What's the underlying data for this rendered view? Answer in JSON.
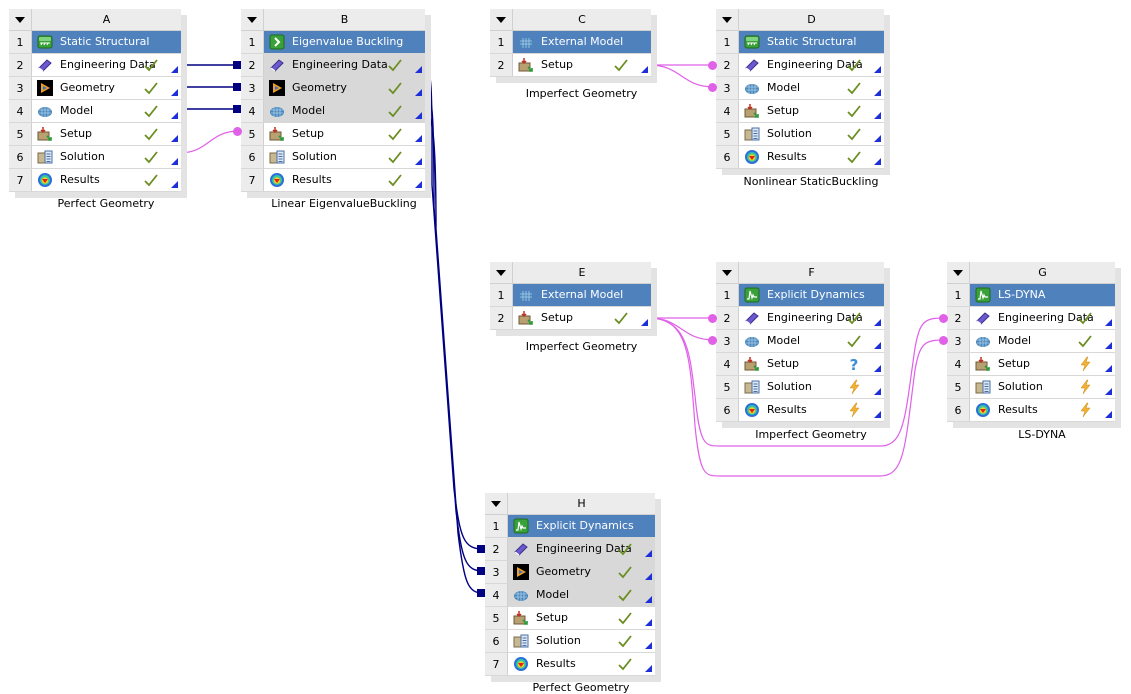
{
  "colors": {
    "title_bar": "#4f81bd",
    "shared_link": "#000080",
    "transfer_link": "#e060e8",
    "check": "#6b8e23",
    "corner": "#1f2fd8"
  },
  "systems": [
    {
      "id": "A",
      "caption": "Perfect Geometry",
      "rows": [
        {
          "n": "1",
          "label": "Static Structural",
          "icon": "static-structural-icon",
          "status": "",
          "title": true
        },
        {
          "n": "2",
          "label": "Engineering Data",
          "icon": "engineering-data-icon",
          "status": "check"
        },
        {
          "n": "3",
          "label": "Geometry",
          "icon": "geometry-icon",
          "status": "check"
        },
        {
          "n": "4",
          "label": "Model",
          "icon": "model-icon",
          "status": "check"
        },
        {
          "n": "5",
          "label": "Setup",
          "icon": "setup-icon",
          "status": "check"
        },
        {
          "n": "6",
          "label": "Solution",
          "icon": "solution-icon",
          "status": "check"
        },
        {
          "n": "7",
          "label": "Results",
          "icon": "results-icon",
          "status": "check"
        }
      ]
    },
    {
      "id": "B",
      "caption": "Linear EigenvalueBuckling",
      "rows": [
        {
          "n": "1",
          "label": "Eigenvalue Buckling",
          "icon": "eigenvalue-buckling-icon",
          "status": "",
          "title": true
        },
        {
          "n": "2",
          "label": "Engineering Data",
          "icon": "engineering-data-icon",
          "status": "check",
          "shared": true
        },
        {
          "n": "3",
          "label": "Geometry",
          "icon": "geometry-icon",
          "status": "check",
          "shared": true
        },
        {
          "n": "4",
          "label": "Model",
          "icon": "model-icon",
          "status": "check",
          "shared": true
        },
        {
          "n": "5",
          "label": "Setup",
          "icon": "setup-icon",
          "status": "check"
        },
        {
          "n": "6",
          "label": "Solution",
          "icon": "solution-icon",
          "status": "check"
        },
        {
          "n": "7",
          "label": "Results",
          "icon": "results-icon",
          "status": "check"
        }
      ]
    },
    {
      "id": "C",
      "caption": "Imperfect Geometry",
      "rows": [
        {
          "n": "1",
          "label": "External Model",
          "icon": "external-model-icon",
          "status": "",
          "title": true
        },
        {
          "n": "2",
          "label": "Setup",
          "icon": "setup-icon",
          "status": "check"
        }
      ]
    },
    {
      "id": "D",
      "caption": "Nonlinear StaticBuckling",
      "rows": [
        {
          "n": "1",
          "label": "Static Structural",
          "icon": "static-structural-icon",
          "status": "",
          "title": true
        },
        {
          "n": "2",
          "label": "Engineering Data",
          "icon": "engineering-data-icon",
          "status": "check"
        },
        {
          "n": "3",
          "label": "Model",
          "icon": "model-icon",
          "status": "check"
        },
        {
          "n": "4",
          "label": "Setup",
          "icon": "setup-icon",
          "status": "check"
        },
        {
          "n": "5",
          "label": "Solution",
          "icon": "solution-icon",
          "status": "check"
        },
        {
          "n": "6",
          "label": "Results",
          "icon": "results-icon",
          "status": "check"
        }
      ]
    },
    {
      "id": "E",
      "caption": "Imperfect Geometry",
      "rows": [
        {
          "n": "1",
          "label": "External Model",
          "icon": "external-model-icon",
          "status": "",
          "title": true
        },
        {
          "n": "2",
          "label": "Setup",
          "icon": "setup-icon",
          "status": "check"
        }
      ]
    },
    {
      "id": "F",
      "caption": "Imperfect Geometry",
      "rows": [
        {
          "n": "1",
          "label": "Explicit Dynamics",
          "icon": "explicit-dynamics-icon",
          "status": "",
          "title": true
        },
        {
          "n": "2",
          "label": "Engineering Data",
          "icon": "engineering-data-icon",
          "status": "check"
        },
        {
          "n": "3",
          "label": "Model",
          "icon": "model-icon",
          "status": "check"
        },
        {
          "n": "4",
          "label": "Setup",
          "icon": "setup-icon",
          "status": "question"
        },
        {
          "n": "5",
          "label": "Solution",
          "icon": "solution-icon",
          "status": "lightning"
        },
        {
          "n": "6",
          "label": "Results",
          "icon": "results-icon",
          "status": "lightning"
        }
      ]
    },
    {
      "id": "G",
      "caption": "LS-DYNA",
      "rows": [
        {
          "n": "1",
          "label": "LS-DYNA",
          "icon": "ls-dyna-icon",
          "status": "",
          "title": true
        },
        {
          "n": "2",
          "label": "Engineering Data",
          "icon": "engineering-data-icon",
          "status": "check"
        },
        {
          "n": "3",
          "label": "Model",
          "icon": "model-icon",
          "status": "check"
        },
        {
          "n": "4",
          "label": "Setup",
          "icon": "setup-icon",
          "status": "lightning"
        },
        {
          "n": "5",
          "label": "Solution",
          "icon": "solution-icon",
          "status": "lightning"
        },
        {
          "n": "6",
          "label": "Results",
          "icon": "results-icon",
          "status": "lightning"
        }
      ]
    },
    {
      "id": "H",
      "caption": "Perfect Geometry",
      "rows": [
        {
          "n": "1",
          "label": "Explicit Dynamics",
          "icon": "explicit-dynamics-icon",
          "status": "",
          "title": true
        },
        {
          "n": "2",
          "label": "Engineering Data",
          "icon": "engineering-data-icon",
          "status": "check",
          "shared": true
        },
        {
          "n": "3",
          "label": "Geometry",
          "icon": "geometry-icon",
          "status": "check",
          "shared": true
        },
        {
          "n": "4",
          "label": "Model",
          "icon": "model-icon",
          "status": "check",
          "shared": true
        },
        {
          "n": "5",
          "label": "Setup",
          "icon": "setup-icon",
          "status": "check"
        },
        {
          "n": "6",
          "label": "Solution",
          "icon": "solution-icon",
          "status": "check"
        },
        {
          "n": "7",
          "label": "Results",
          "icon": "results-icon",
          "status": "check"
        }
      ]
    }
  ],
  "connections": [
    {
      "from": "A.2",
      "to": "B.2",
      "kind": "shared"
    },
    {
      "from": "A.3",
      "to": "B.3",
      "kind": "shared"
    },
    {
      "from": "A.4",
      "to": "B.4",
      "kind": "shared"
    },
    {
      "from": "A.6",
      "to": "B.5",
      "kind": "transfer"
    },
    {
      "from": "B.2",
      "to": "H.2",
      "kind": "shared"
    },
    {
      "from": "B.3",
      "to": "H.3",
      "kind": "shared"
    },
    {
      "from": "B.4",
      "to": "H.4",
      "kind": "shared"
    },
    {
      "from": "C.2",
      "to": "D.2",
      "kind": "transfer"
    },
    {
      "from": "C.2",
      "to": "D.3",
      "kind": "transfer"
    },
    {
      "from": "E.2",
      "to": "F.2",
      "kind": "transfer"
    },
    {
      "from": "E.2",
      "to": "F.3",
      "kind": "transfer"
    },
    {
      "from": "E.2",
      "to": "G.2",
      "kind": "transfer"
    },
    {
      "from": "E.2",
      "to": "G.3",
      "kind": "transfer"
    }
  ]
}
